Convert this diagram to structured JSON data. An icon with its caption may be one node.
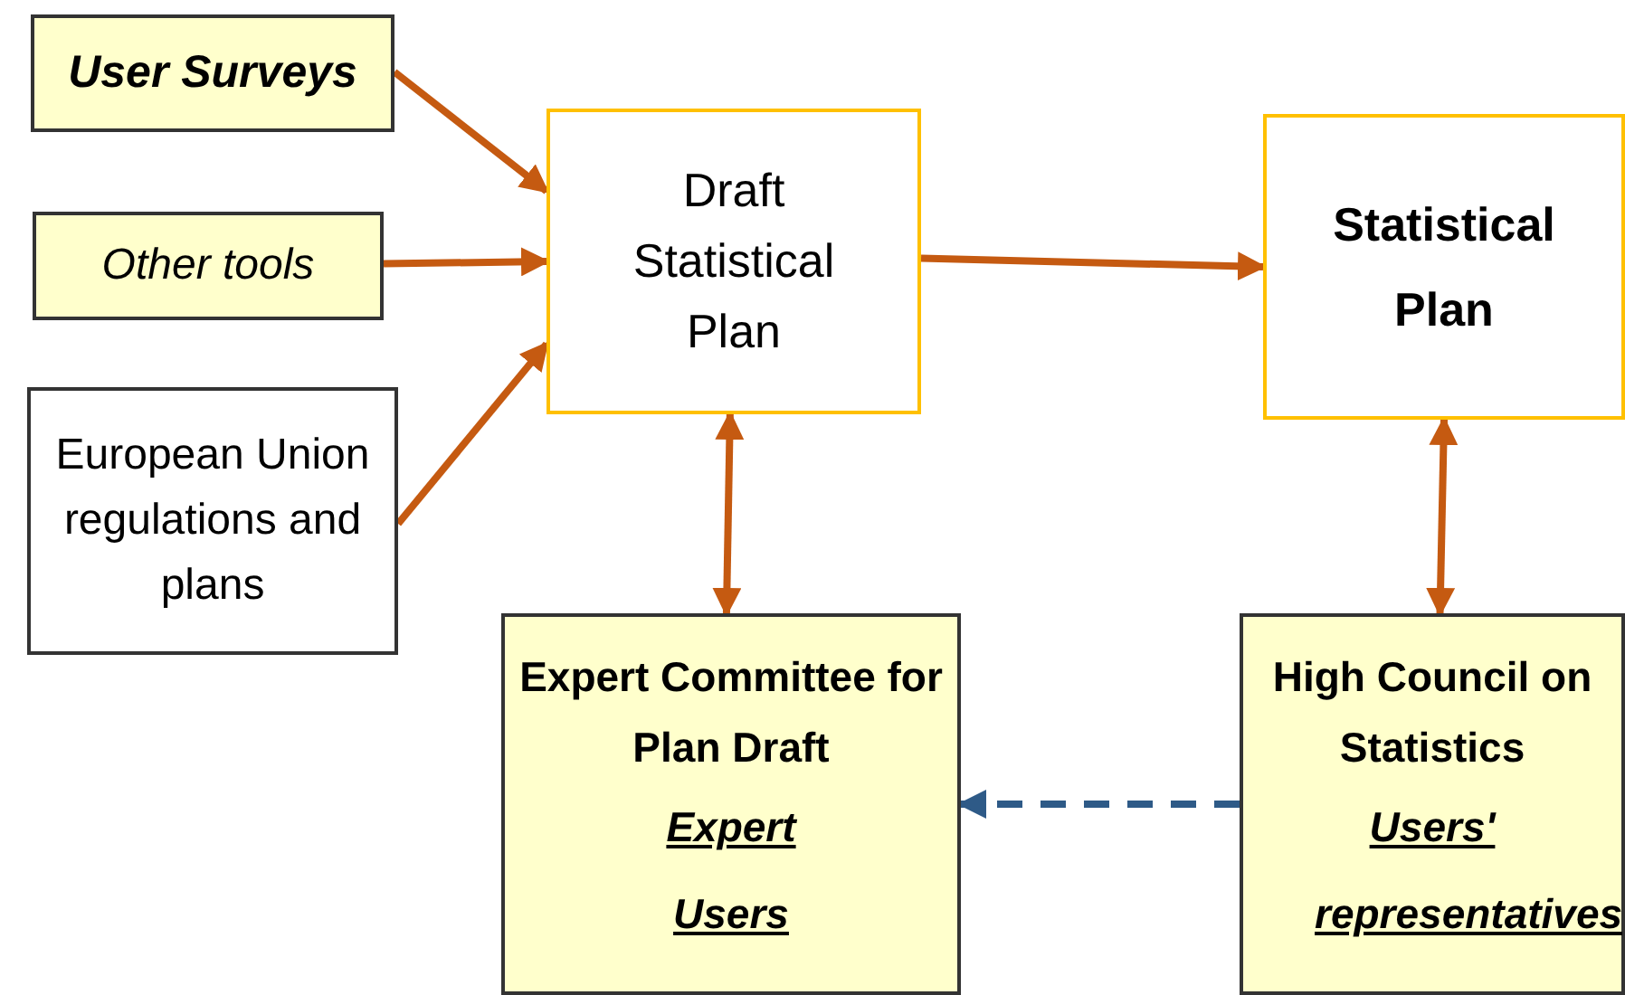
{
  "diagram": {
    "nodes": [
      {
        "text": [
          "User Surveys"
        ]
      },
      {
        "text": [
          "Other tools"
        ]
      },
      {
        "text": [
          "European Union regulations and plans"
        ]
      },
      {
        "text": [
          "Draft Statistical Plan"
        ]
      },
      {
        "text": [
          "Statistical Plan"
        ]
      },
      {
        "text": [
          "Expert Committee for Plan Draft",
          "Expert Users"
        ]
      },
      {
        "text": [
          "High Council on Statistics",
          "Users' representatives"
        ]
      }
    ],
    "edges": [
      {
        "from": 0,
        "to": 3,
        "arrow": "to"
      },
      {
        "from": 1,
        "to": 3,
        "arrow": "to"
      },
      {
        "from": 2,
        "to": 3,
        "arrow": "to"
      },
      {
        "from": 3,
        "to": 4,
        "arrow": "to"
      },
      {
        "from": 3,
        "to": 5,
        "arrow": "both"
      },
      {
        "from": 4,
        "to": 6,
        "arrow": "both"
      },
      {
        "from": 6,
        "to": 5,
        "arrow": "to",
        "style": "dashed",
        "color": "#2e5a87"
      }
    ]
  }
}
